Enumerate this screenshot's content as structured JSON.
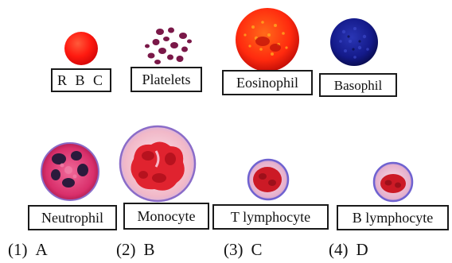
{
  "cells": [
    {
      "id": "rbc",
      "label": "R B C",
      "icon": "rbc-cell-icon"
    },
    {
      "id": "platelets",
      "label": "Platelets",
      "icon": "platelets-icon"
    },
    {
      "id": "eosinophil",
      "label": "Eosinophil",
      "icon": "eosinophil-cell-icon"
    },
    {
      "id": "basophil",
      "label": "Basophil",
      "icon": "basophil-cell-icon"
    },
    {
      "id": "neutrophil",
      "label": "Neutrophil",
      "icon": "neutrophil-cell-icon"
    },
    {
      "id": "monocyte",
      "label": "Monocyte",
      "icon": "monocyte-cell-icon"
    },
    {
      "id": "t_lymphocyte",
      "label": "T lymphocyte",
      "icon": "t-lymphocyte-cell-icon"
    },
    {
      "id": "b_lymphocyte",
      "label": "B lymphocyte",
      "icon": "b-lymphocyte-cell-icon"
    }
  ],
  "options": [
    {
      "number": "(1)",
      "letter": "A"
    },
    {
      "number": "(2)",
      "letter": "B"
    },
    {
      "number": "(3)",
      "letter": "C"
    },
    {
      "number": "(4)",
      "letter": "D"
    }
  ],
  "colors": {
    "rbc": "#ff1a10",
    "platelets": "#7a1848",
    "eosinophil": "#ff2a0e",
    "basophil": "#10157a",
    "neutrophil": "#d92f6b",
    "monocyte": "#e0232f",
    "lymphocyte_nucleus": "#cc1a26",
    "cell_membrane": "#7b6fd6",
    "outline": "#1a1a1a"
  }
}
